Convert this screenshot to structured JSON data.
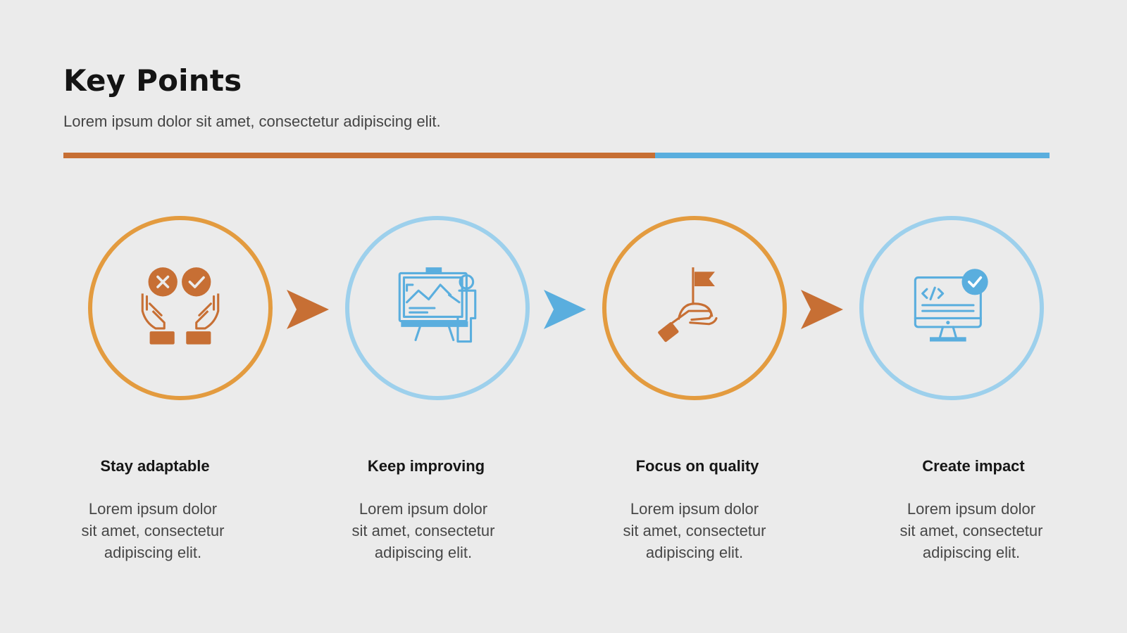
{
  "header": {
    "title": "Key Points",
    "subtitle": "Lorem ipsum dolor sit amet, consectetur adipiscing elit."
  },
  "colors": {
    "background": "#ebebeb",
    "rust": "#c76f34",
    "amber": "#e39b3f",
    "sky": "#5aaede",
    "sky_light": "#9dd0ec"
  },
  "steps": [
    {
      "title": "Stay adaptable",
      "text": "Lorem ipsum dolor\nsit amet, consectetur\nadipiscing elit.",
      "icon": "hands-choice-icon"
    },
    {
      "title": "Keep improving",
      "text": "Lorem ipsum dolor\nsit amet, consectetur\nadipiscing elit.",
      "icon": "presentation-board-icon"
    },
    {
      "title": "Focus on quality",
      "text": "Lorem ipsum dolor\nsit amet, consectetur\nadipiscing elit.",
      "icon": "hand-flag-icon"
    },
    {
      "title": "Create impact",
      "text": "Lorem ipsum dolor\nsit amet, consectetur\nadipiscing elit.",
      "icon": "monitor-code-check-icon"
    }
  ],
  "arrows": [
    "arrow-right-icon",
    "arrow-right-icon",
    "arrow-right-icon"
  ]
}
